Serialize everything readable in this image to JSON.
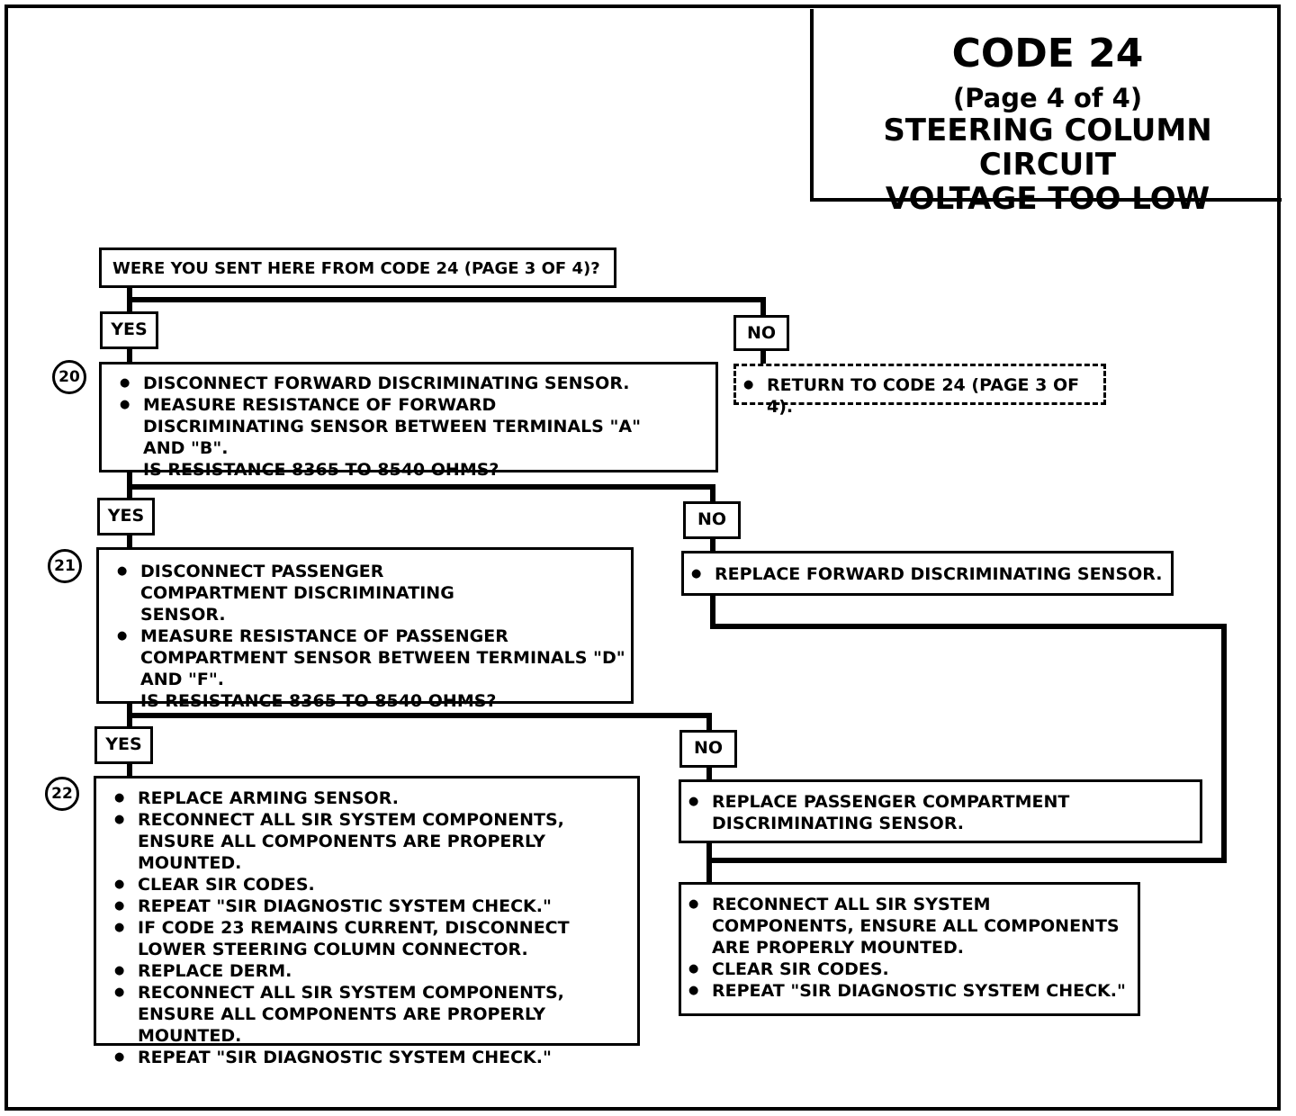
{
  "header": {
    "code": "CODE 24",
    "page": "(Page 4 of 4)",
    "title_line1": "STEERING COLUMN CIRCUIT",
    "title_line2": "VOLTAGE TOO LOW"
  },
  "labels": {
    "yes": "YES",
    "no": "NO"
  },
  "question": "WERE YOU SENT HERE FROM CODE 24 (PAGE 3 OF 4)?",
  "no_return": "RETURN TO CODE 24 (PAGE 3 OF 4).",
  "step20": {
    "number": "20",
    "items": [
      "DISCONNECT FORWARD DISCRIMINATING SENSOR.",
      "MEASURE RESISTANCE OF FORWARD DISCRIMINATING SENSOR BETWEEN TERMINALS \"A\" AND \"B\"."
    ],
    "question": "IS RESISTANCE 8365 TO 8540 OHMS?"
  },
  "replace_forward": "REPLACE FORWARD DISCRIMINATING SENSOR.",
  "step21": {
    "number": "21",
    "items": [
      "DISCONNECT PASSENGER COMPARTMENT DISCRIMINATING SENSOR.",
      "MEASURE RESISTANCE OF PASSENGER COMPARTMENT SENSOR BETWEEN TERMINALS \"D\" AND \"F\"."
    ],
    "question": "IS RESISTANCE 8365 TO 8540 OHMS?"
  },
  "replace_passenger": "REPLACE PASSENGER COMPARTMENT DISCRIMINATING SENSOR.",
  "step22": {
    "number": "22",
    "items": [
      "REPLACE ARMING SENSOR.",
      "RECONNECT ALL SIR SYSTEM COMPONENTS, ENSURE ALL COMPONENTS ARE PROPERLY MOUNTED.",
      "CLEAR SIR CODES.",
      "REPEAT \"SIR DIAGNOSTIC SYSTEM CHECK.\"",
      "IF CODE 23 REMAINS CURRENT, DISCONNECT LOWER STEERING COLUMN CONNECTOR.",
      "REPLACE DERM.",
      "RECONNECT ALL SIR SYSTEM COMPONENTS, ENSURE ALL COMPONENTS ARE PROPERLY MOUNTED.",
      "REPEAT \"SIR DIAGNOSTIC SYSTEM CHECK.\""
    ]
  },
  "final": {
    "items": [
      "RECONNECT ALL SIR SYSTEM COMPONENTS, ENSURE ALL COMPONENTS ARE PROPERLY MOUNTED.",
      "CLEAR SIR CODES.",
      "REPEAT \"SIR DIAGNOSTIC SYSTEM CHECK.\""
    ]
  }
}
